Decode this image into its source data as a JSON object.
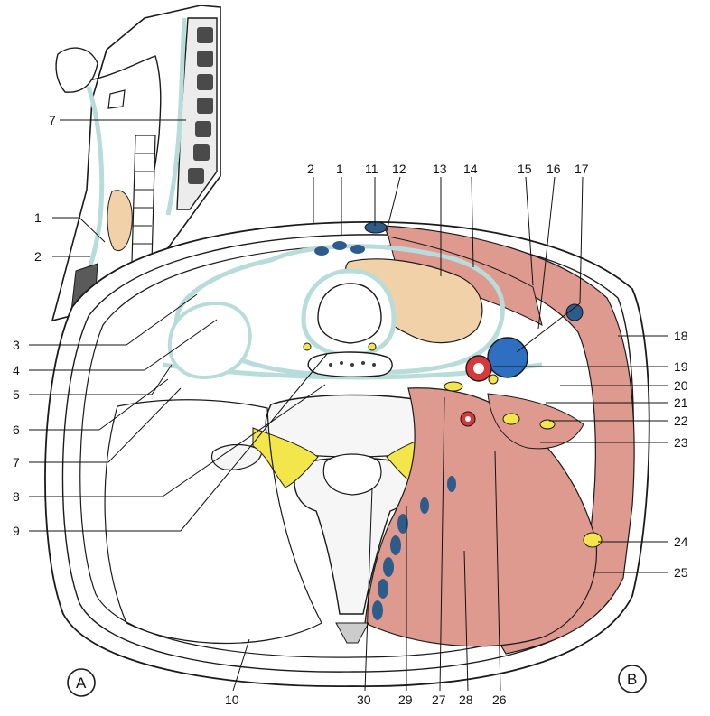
{
  "panels": {
    "a": "A",
    "b": "B"
  },
  "labels": {
    "l1": "1",
    "l2": "2",
    "l3": "3",
    "l4": "4",
    "l5": "5",
    "l6": "6",
    "l7": "7",
    "l8": "8",
    "l9": "9",
    "l10": "10",
    "l11": "11",
    "l12": "12",
    "l13": "13",
    "l14": "14",
    "l15": "15",
    "l16": "16",
    "l17": "17",
    "l18": "18",
    "l19": "19",
    "l20": "20",
    "l21": "21",
    "l22": "22",
    "l23": "23",
    "l24": "24",
    "l25": "25",
    "l26": "26",
    "l27": "27",
    "l28": "28",
    "l29": "29",
    "l30": "30"
  },
  "colors": {
    "fascia": "#b8dcda",
    "muscle": "#df9a8f",
    "gland": "#f1d2a8",
    "vein": "#2f6fc2",
    "artery": "#d8383a",
    "nerve_fat": "#f2e64a",
    "vein_dark": "#2e5c8a",
    "bone": "#3a3a3a"
  }
}
